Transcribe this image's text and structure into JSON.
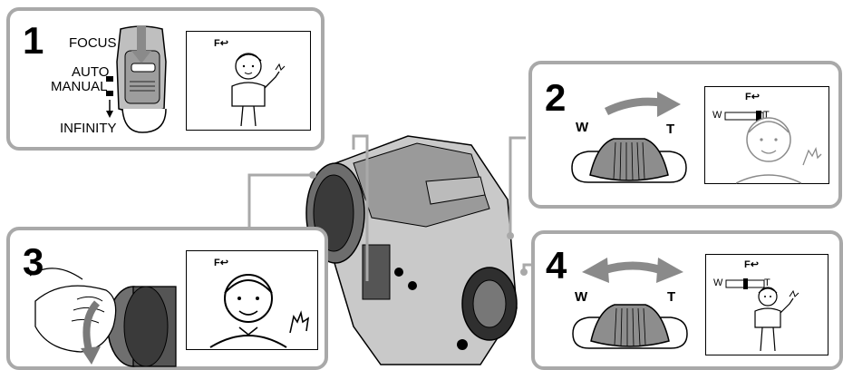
{
  "steps": [
    {
      "number": "1"
    },
    {
      "number": "2"
    },
    {
      "number": "3"
    },
    {
      "number": "4"
    }
  ],
  "switch_labels": {
    "focus": "FOCUS",
    "auto": "AUTO",
    "manual": "MANUAL",
    "infinity": "INFINITY"
  },
  "zoom_labels": {
    "wide": "W",
    "tele": "T"
  },
  "screen_icon": "manual-focus-icon",
  "colors": {
    "frame": "#a9a9a9",
    "ink": "#000000",
    "shade": "#8a8a8a"
  }
}
